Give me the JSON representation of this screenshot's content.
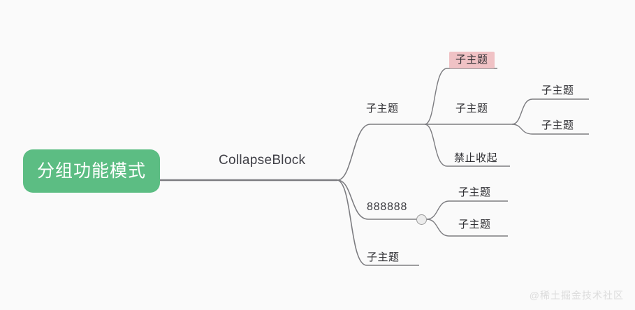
{
  "canvas": {
    "background": "#fafafa",
    "link_color": "#7c7c80",
    "root_fill": "#5cbd83",
    "root_text_color": "#ffffff",
    "selected_fill": "#f0c2c5",
    "text_color": "#2f2f33"
  },
  "mindmap": {
    "root": {
      "label": "分组功能模式"
    },
    "level2": {
      "label": "CollapseBlock"
    },
    "branches": {
      "branch_a": {
        "label": "子主题",
        "children": {
          "child_selected": {
            "label": "子主题",
            "state": "selected"
          },
          "child_mid": {
            "label": "子主题",
            "children": [
              {
                "label": "子主题"
              },
              {
                "label": "子主题"
              }
            ]
          },
          "child_nocollapse": {
            "label": "禁止收起"
          }
        }
      },
      "branch_b": {
        "label": "888888",
        "collapse_handle": "collapse-toggle",
        "children": [
          {
            "label": "子主题"
          },
          {
            "label": "子主题"
          }
        ]
      },
      "branch_c": {
        "label": "子主题"
      }
    }
  },
  "watermark": {
    "text": "@稀土掘金技术社区"
  }
}
